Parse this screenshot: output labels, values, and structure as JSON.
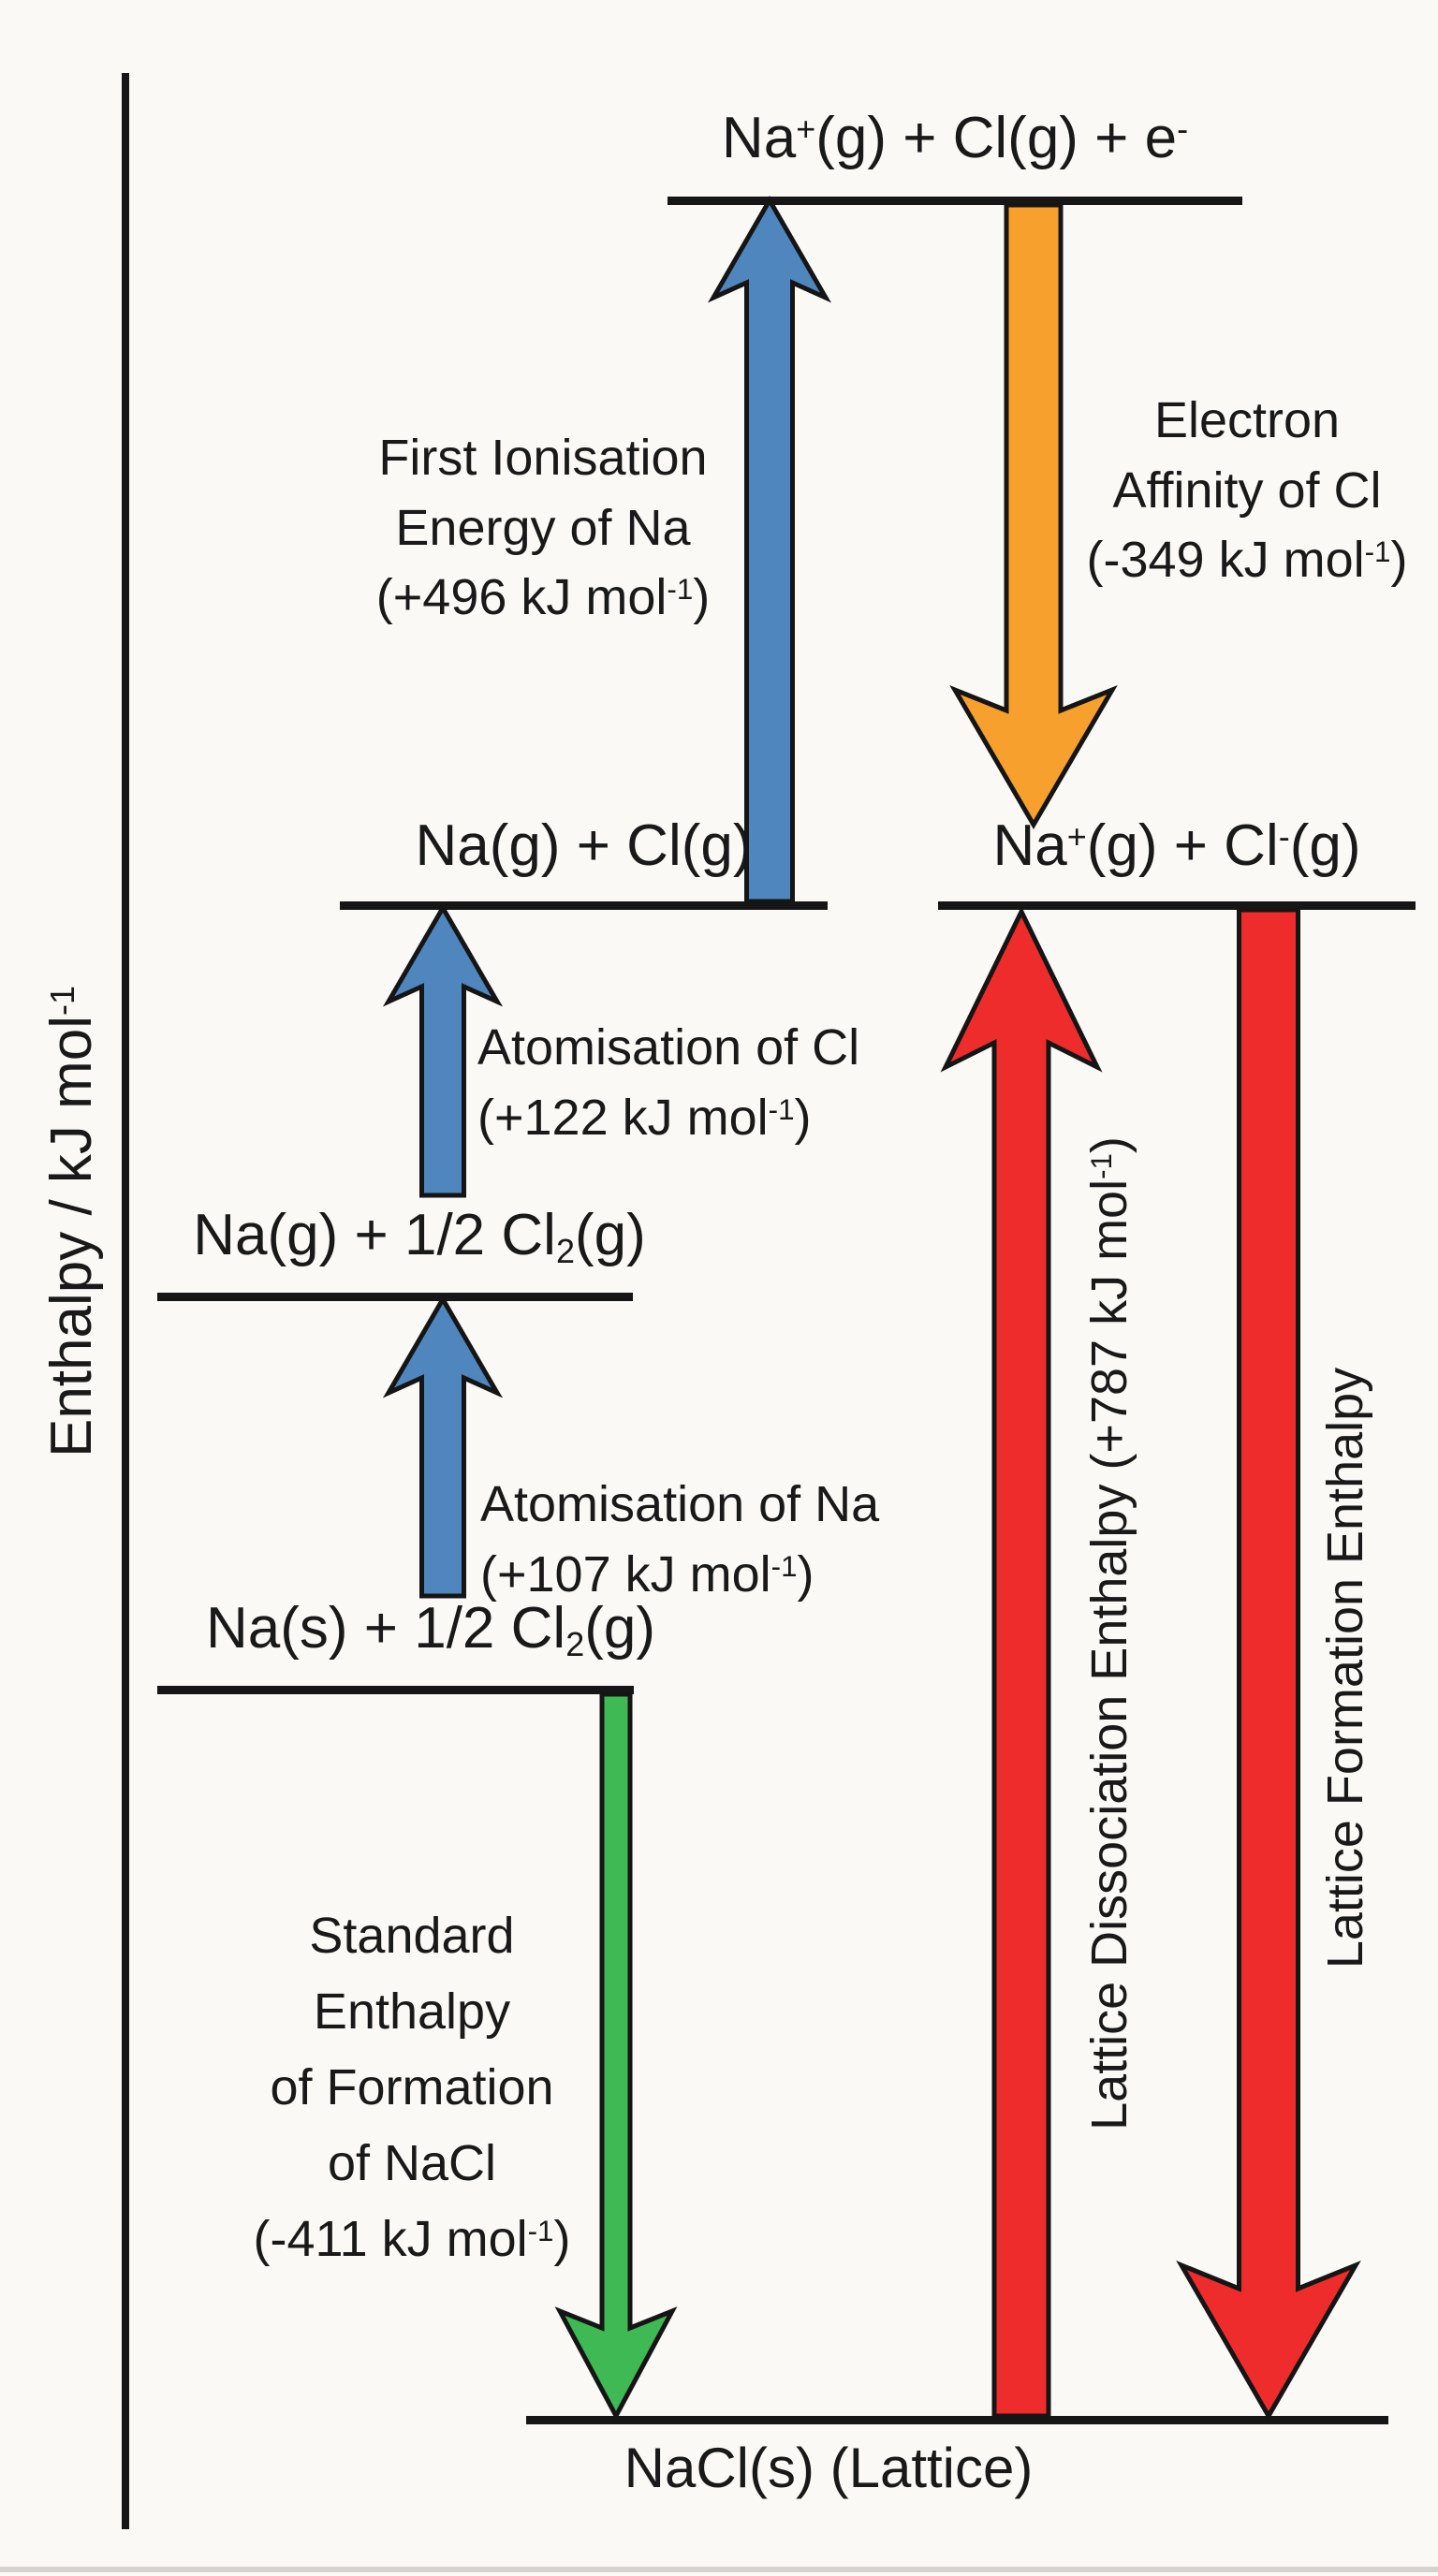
{
  "colors": {
    "blue": "#4f86bd",
    "orange": "#f7a02d",
    "green": "#3fb954",
    "red": "#ee2c2c",
    "line": "#161616",
    "text": "#191919",
    "background": "#faf9f6"
  },
  "axis": {
    "label": "Enthalpy / kJ mol",
    "label_exp": "-1"
  },
  "levels": {
    "ions_plus_electron": {
      "p1": "Na",
      "s1": "+",
      "p2": "(g) + Cl(g) + e",
      "s2": "-"
    },
    "gaseous_atoms": {
      "text": "Na(g) + Cl(g)"
    },
    "gaseous_ions": {
      "p1": "Na",
      "s1": "+",
      "p2": "(g) + Cl",
      "s2": "-",
      "p3": "(g)"
    },
    "sodium_gas": {
      "p1": "Na(g) + 1/2 Cl",
      "sb": "2",
      "p2": "(g)"
    },
    "sodium_solid": {
      "p1": "Na(s) + 1/2 Cl",
      "sb": "2",
      "p2": "(g)"
    },
    "lattice": {
      "text": "NaCl(s) (Lattice)"
    }
  },
  "arrows": {
    "first_ionisation": {
      "direction": "up",
      "line1": "First Ionisation",
      "line2": "Energy of Na",
      "value_open": "(+496 kJ mol",
      "value_exp": "-1",
      "value_close": ")"
    },
    "electron_affinity": {
      "direction": "down",
      "line1": "Electron",
      "line2": "Affinity of Cl",
      "value_open": "(-349 kJ mol",
      "value_exp": "-1",
      "value_close": ")"
    },
    "atomisation_cl": {
      "direction": "up",
      "line1": "Atomisation of Cl",
      "value_open": "(+122 kJ mol",
      "value_exp": "-1",
      "value_close": ")"
    },
    "atomisation_na": {
      "direction": "up",
      "line1": "Atomisation of Na",
      "value_open": "(+107 kJ mol",
      "value_exp": "-1",
      "value_close": ")"
    },
    "standard_formation": {
      "direction": "down",
      "line1": "Standard",
      "line2": "Enthalpy",
      "line3": "of Formation",
      "line4": "of NaCl",
      "value_open": "(-411 kJ mol",
      "value_exp": "-1",
      "value_close": ")"
    },
    "lattice_dissociation": {
      "direction": "up",
      "label_open": "Lattice Dissociation Enthalpy (+787 kJ mol",
      "label_exp": "-1",
      "label_close": ")"
    },
    "lattice_formation": {
      "direction": "down",
      "label": "Lattice Formation Enthalpy"
    }
  }
}
